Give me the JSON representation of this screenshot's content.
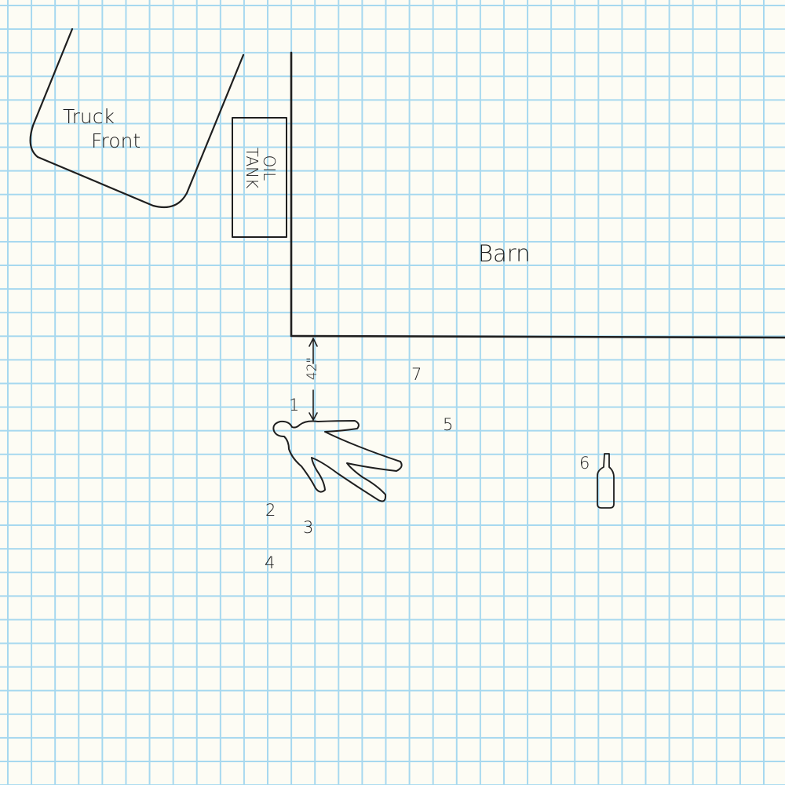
{
  "diagram": {
    "type": "crime scene sketch on graph paper",
    "colors": {
      "paper": "#fdfcf4",
      "grid": "#a6d8ef",
      "ink": "#1f1f1f"
    },
    "labels": {
      "truck_line1": "Truck",
      "truck_line2": "Front",
      "oil_line1": "OIL",
      "oil_line2": "TANK",
      "barn": "Barn",
      "dimension": "42\""
    },
    "evidence_markers": [
      {
        "id": "1",
        "label": "1"
      },
      {
        "id": "2",
        "label": "2"
      },
      {
        "id": "3",
        "label": "3"
      },
      {
        "id": "4",
        "label": "4"
      },
      {
        "id": "5",
        "label": "5"
      },
      {
        "id": "6",
        "label": "6"
      },
      {
        "id": "7",
        "label": "7"
      }
    ],
    "objects": [
      "truck-front",
      "oil-tank",
      "barn-wall",
      "body-outline",
      "bottle"
    ]
  }
}
